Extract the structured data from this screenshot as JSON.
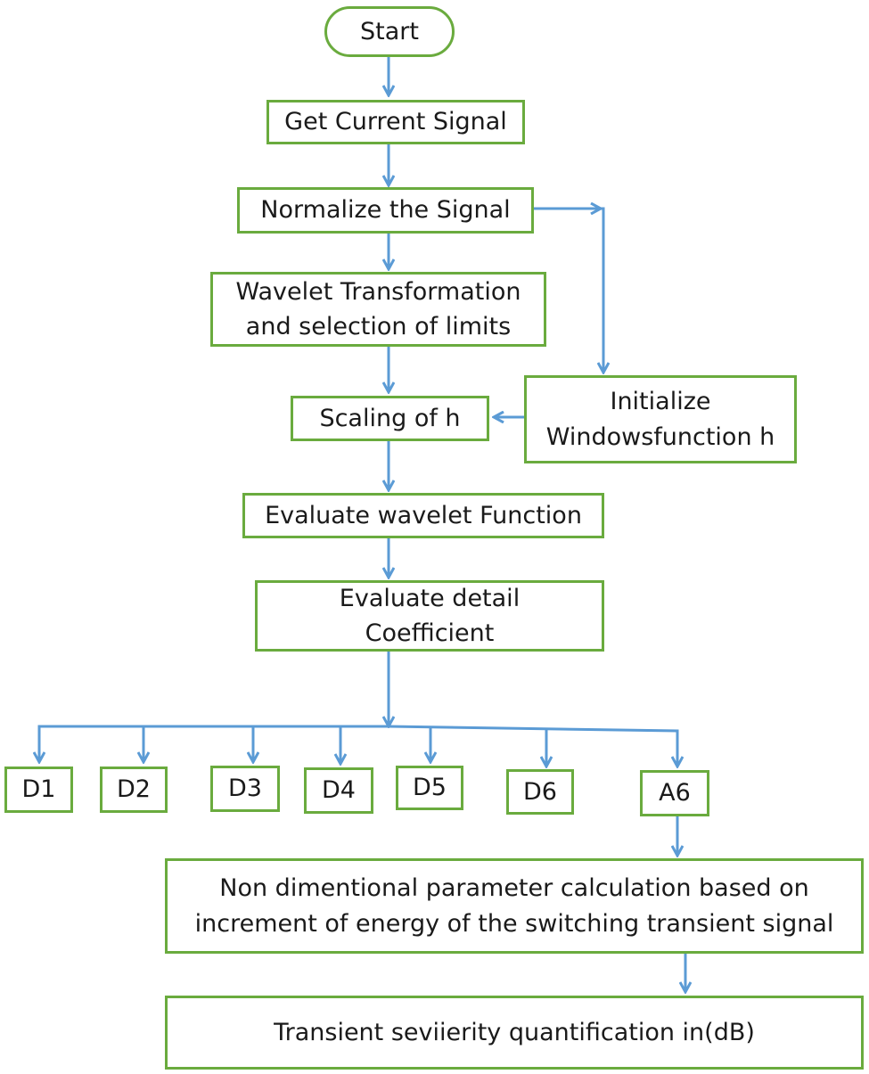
{
  "diagram": {
    "type": "flowchart",
    "colors": {
      "box_border": "#6aab3e",
      "arrow": "#5b9bd5",
      "text": "#1a1a1a",
      "background": "#ffffff"
    },
    "nodes": {
      "start": "Start",
      "get_signal": "Get Current Signal",
      "normalize": "Normalize the Signal",
      "wavelet": {
        "line1": "Wavelet Transformation",
        "line2": "and selection of limits"
      },
      "scaling": "Scaling of h",
      "initialize": {
        "line1": "Initialize",
        "line2": "Windowsfunction h"
      },
      "evaluate_wavelet": "Evaluate wavelet Function",
      "evaluate_detail": {
        "line1": "Evaluate detail",
        "line2": "Coefficient"
      },
      "outputs": [
        "D1",
        "D2",
        "D3",
        "D4",
        "D5",
        "D6",
        "A6"
      ],
      "non_dimensional": {
        "line1": "Non dimentional parameter calculation based on",
        "line2": "increment of energy of the switching transient signal"
      },
      "transient": "Transient seviierity quantification in(dB)"
    },
    "edges": [
      [
        "start",
        "get_signal"
      ],
      [
        "get_signal",
        "normalize"
      ],
      [
        "normalize",
        "wavelet"
      ],
      [
        "normalize",
        "initialize"
      ],
      [
        "wavelet",
        "scaling"
      ],
      [
        "initialize",
        "scaling"
      ],
      [
        "scaling",
        "evaluate_wavelet"
      ],
      [
        "evaluate_wavelet",
        "evaluate_detail"
      ],
      [
        "evaluate_detail",
        "D1"
      ],
      [
        "evaluate_detail",
        "D2"
      ],
      [
        "evaluate_detail",
        "D3"
      ],
      [
        "evaluate_detail",
        "D4"
      ],
      [
        "evaluate_detail",
        "D5"
      ],
      [
        "evaluate_detail",
        "D6"
      ],
      [
        "evaluate_detail",
        "A6"
      ],
      [
        "A6",
        "non_dimensional"
      ],
      [
        "non_dimensional",
        "transient"
      ]
    ]
  }
}
